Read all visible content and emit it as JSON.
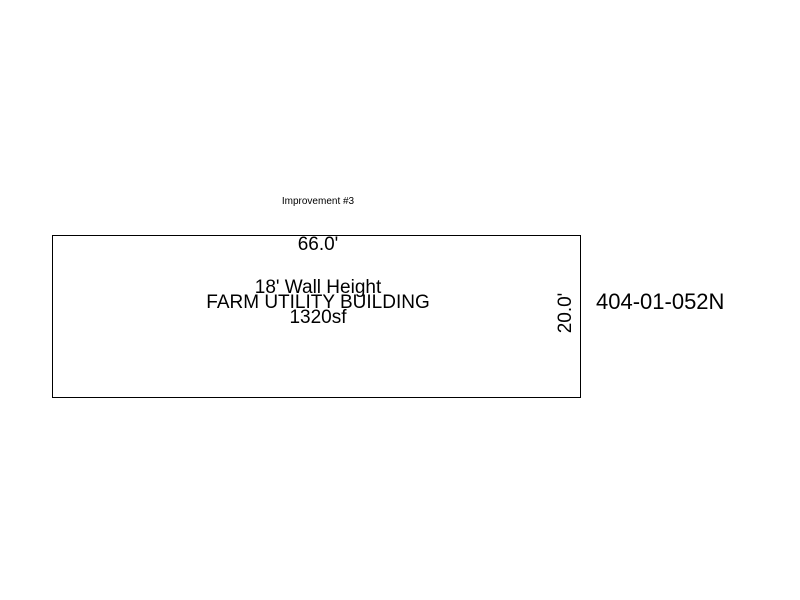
{
  "page": {
    "background_color": "#ffffff",
    "line_color": "#000000",
    "text_color": "#000000"
  },
  "sketch": {
    "improvement_label": "Improvement #3",
    "parcel_id": "404-01-052N",
    "building": {
      "width_label": "66.0'",
      "height_label": "20.0'",
      "wall_height": "18' Wall Height",
      "type": "FARM UTILITY BUILDING",
      "area": "1320sf"
    }
  }
}
